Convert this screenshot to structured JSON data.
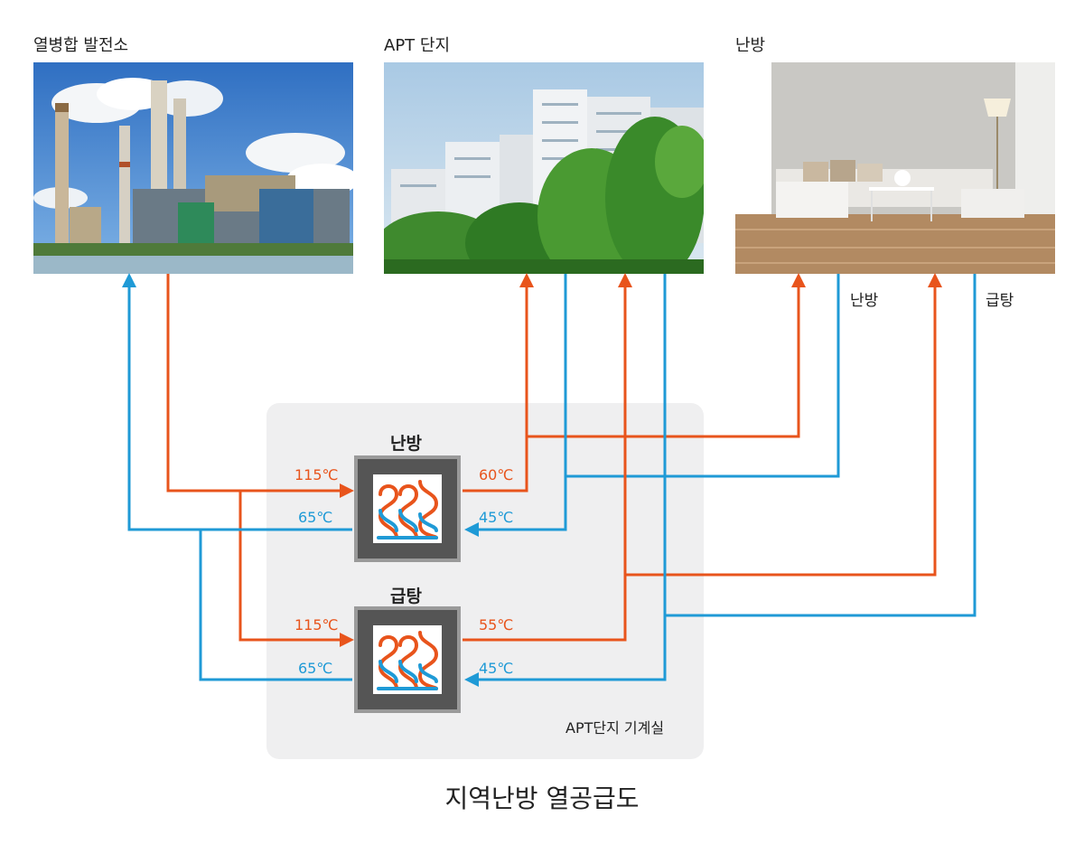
{
  "sources": {
    "power_plant": "열병합 발전소",
    "apartment": "APT 단지",
    "heating": "난방"
  },
  "side_labels": {
    "heating": "난방",
    "hot_water": "급탕"
  },
  "exchangers": [
    {
      "title": "난방",
      "in_hot": "115℃",
      "in_cold": "65℃",
      "out_hot": "60℃",
      "out_cold": "45℃"
    },
    {
      "title": "급탕",
      "in_hot": "115℃",
      "in_cold": "65℃",
      "out_hot": "55℃",
      "out_cold": "45℃"
    }
  ],
  "machine_room_label": "APT단지 기계실",
  "diagram_title": "지역난방 열공급도",
  "colors": {
    "hot": "#e8541c",
    "cold": "#1f9ad6",
    "panel": "#efeff0",
    "exchanger": "#555555"
  }
}
